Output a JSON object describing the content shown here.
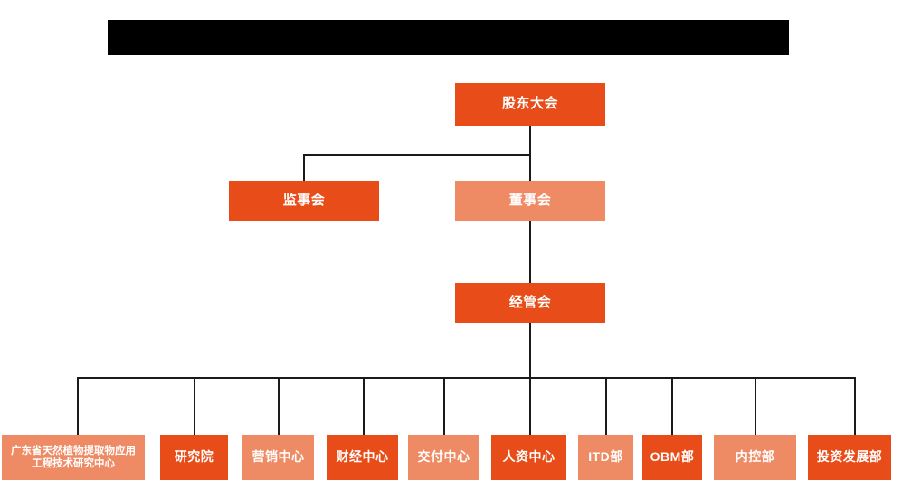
{
  "page": {
    "title_bar": {
      "name": "redacted-title-bar",
      "text": "",
      "color": "#000000"
    },
    "background": "#ffffff"
  },
  "theme": {
    "accent_dark": "#E84C18",
    "accent_light": "#EE8B64",
    "connector": "#1a1a1a",
    "node_text": "#ffffff"
  },
  "org_chart": {
    "type": "org-chart",
    "levels": [
      {
        "level": 1,
        "nodes": [
          {
            "id": "shareholders",
            "label": "股东大会",
            "shade": "dark"
          }
        ]
      },
      {
        "level": 2,
        "nodes": [
          {
            "id": "supervisors",
            "label": "监事会",
            "shade": "dark"
          },
          {
            "id": "directors",
            "label": "董事会",
            "shade": "light"
          }
        ]
      },
      {
        "level": 3,
        "nodes": [
          {
            "id": "management",
            "label": "经管会",
            "shade": "dark"
          }
        ]
      },
      {
        "level": 4,
        "nodes": [
          {
            "id": "research-center",
            "label": "广东省天然植物提取物应用工程技术研究中心",
            "shade": "light"
          },
          {
            "id": "institute",
            "label": "研究院",
            "shade": "dark"
          },
          {
            "id": "marketing",
            "label": "营销中心",
            "shade": "light"
          },
          {
            "id": "finance",
            "label": "财经中心",
            "shade": "dark"
          },
          {
            "id": "delivery",
            "label": "交付中心",
            "shade": "light"
          },
          {
            "id": "hr",
            "label": "人资中心",
            "shade": "dark"
          },
          {
            "id": "itd",
            "label": "ITD部",
            "shade": "light"
          },
          {
            "id": "obm",
            "label": "OBM部",
            "shade": "dark"
          },
          {
            "id": "internal-control",
            "label": "内控部",
            "shade": "light"
          },
          {
            "id": "investment",
            "label": "投资发展部",
            "shade": "dark"
          }
        ]
      }
    ],
    "edges": [
      {
        "from": "shareholders",
        "to": "supervisors"
      },
      {
        "from": "shareholders",
        "to": "directors"
      },
      {
        "from": "directors",
        "to": "management"
      },
      {
        "from": "management",
        "to": "research-center"
      },
      {
        "from": "management",
        "to": "institute"
      },
      {
        "from": "management",
        "to": "marketing"
      },
      {
        "from": "management",
        "to": "finance"
      },
      {
        "from": "management",
        "to": "delivery"
      },
      {
        "from": "management",
        "to": "hr"
      },
      {
        "from": "management",
        "to": "itd"
      },
      {
        "from": "management",
        "to": "obm"
      },
      {
        "from": "management",
        "to": "internal-control"
      },
      {
        "from": "management",
        "to": "investment"
      }
    ]
  }
}
